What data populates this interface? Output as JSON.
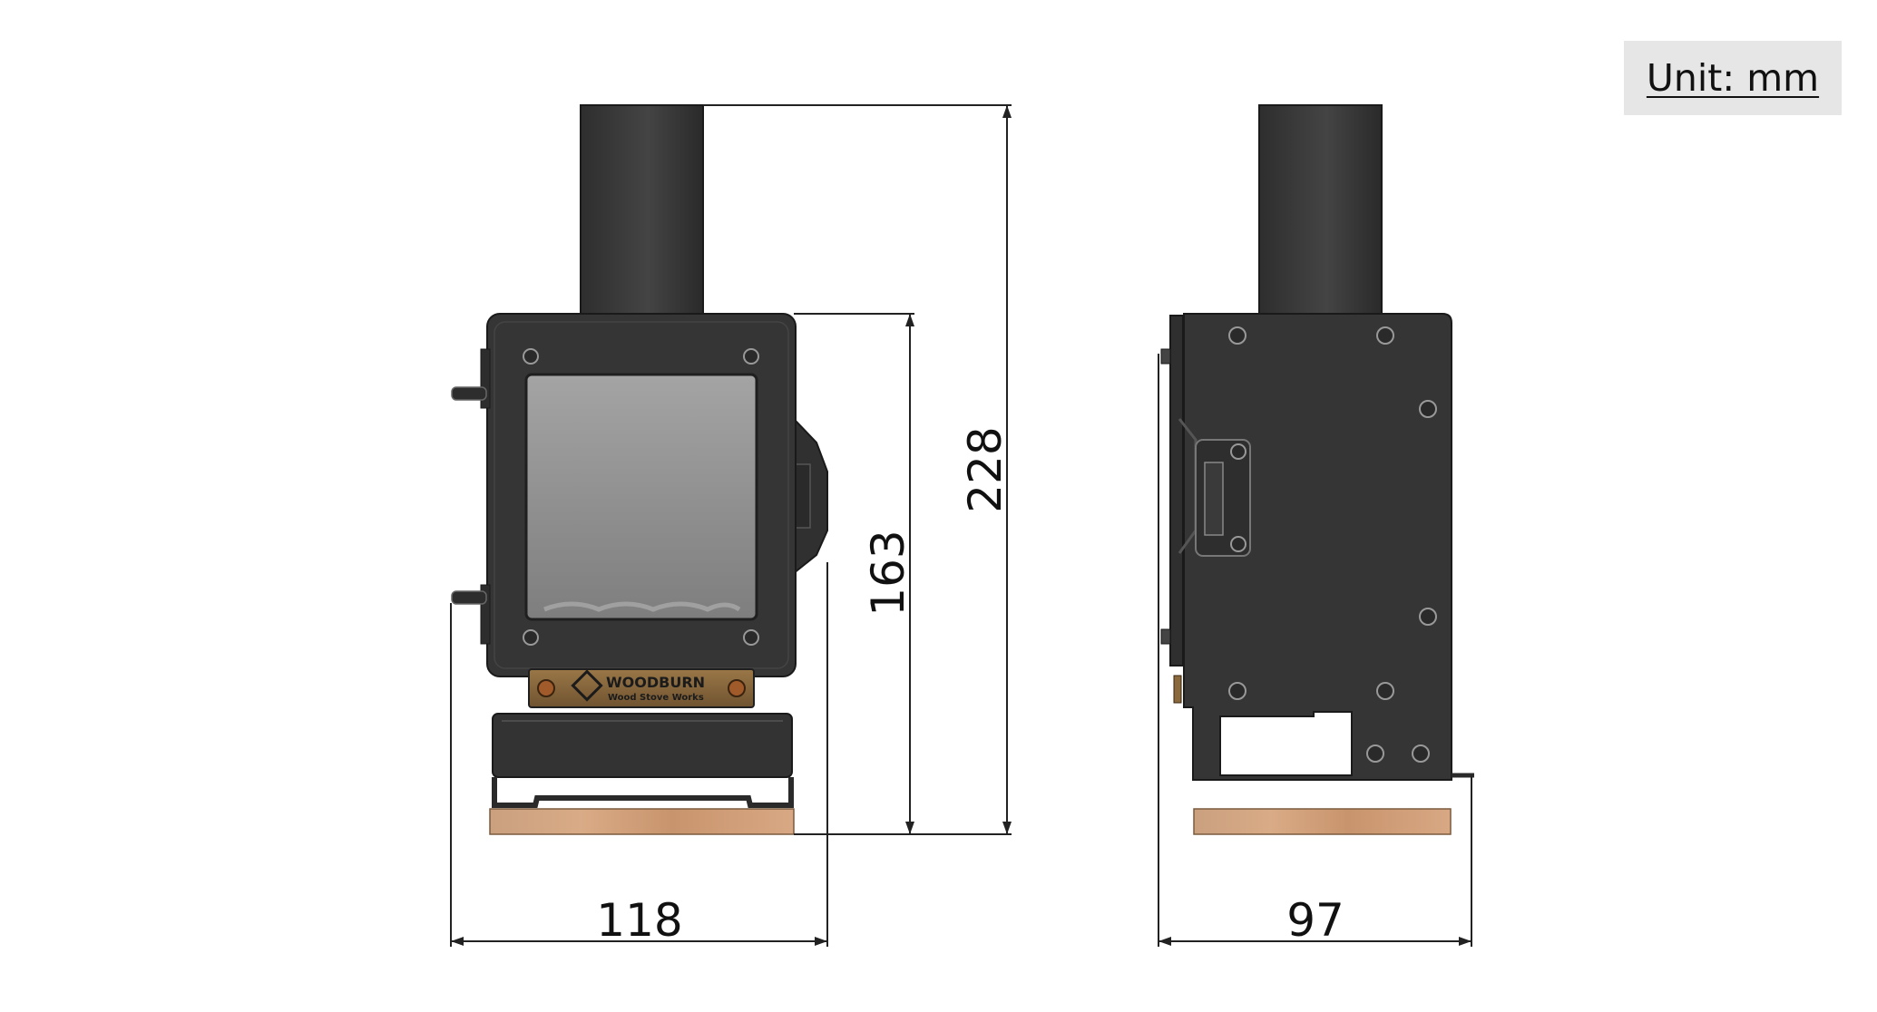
{
  "unit_label": "Unit: mm",
  "dimensions": {
    "front_width": "118",
    "front_body_height": "163",
    "total_height": "228",
    "side_depth": "97"
  },
  "nameplate": {
    "brand": "WOODBURN",
    "subtitle": "Wood Stove Works"
  },
  "colors": {
    "stove_body": "#353535",
    "chimney": "#3a3a3a",
    "glass": "#8f8f8f",
    "base_wood": "#d4a27d",
    "nameplate": "#8a6a3c",
    "dimension_line": "#222222"
  }
}
